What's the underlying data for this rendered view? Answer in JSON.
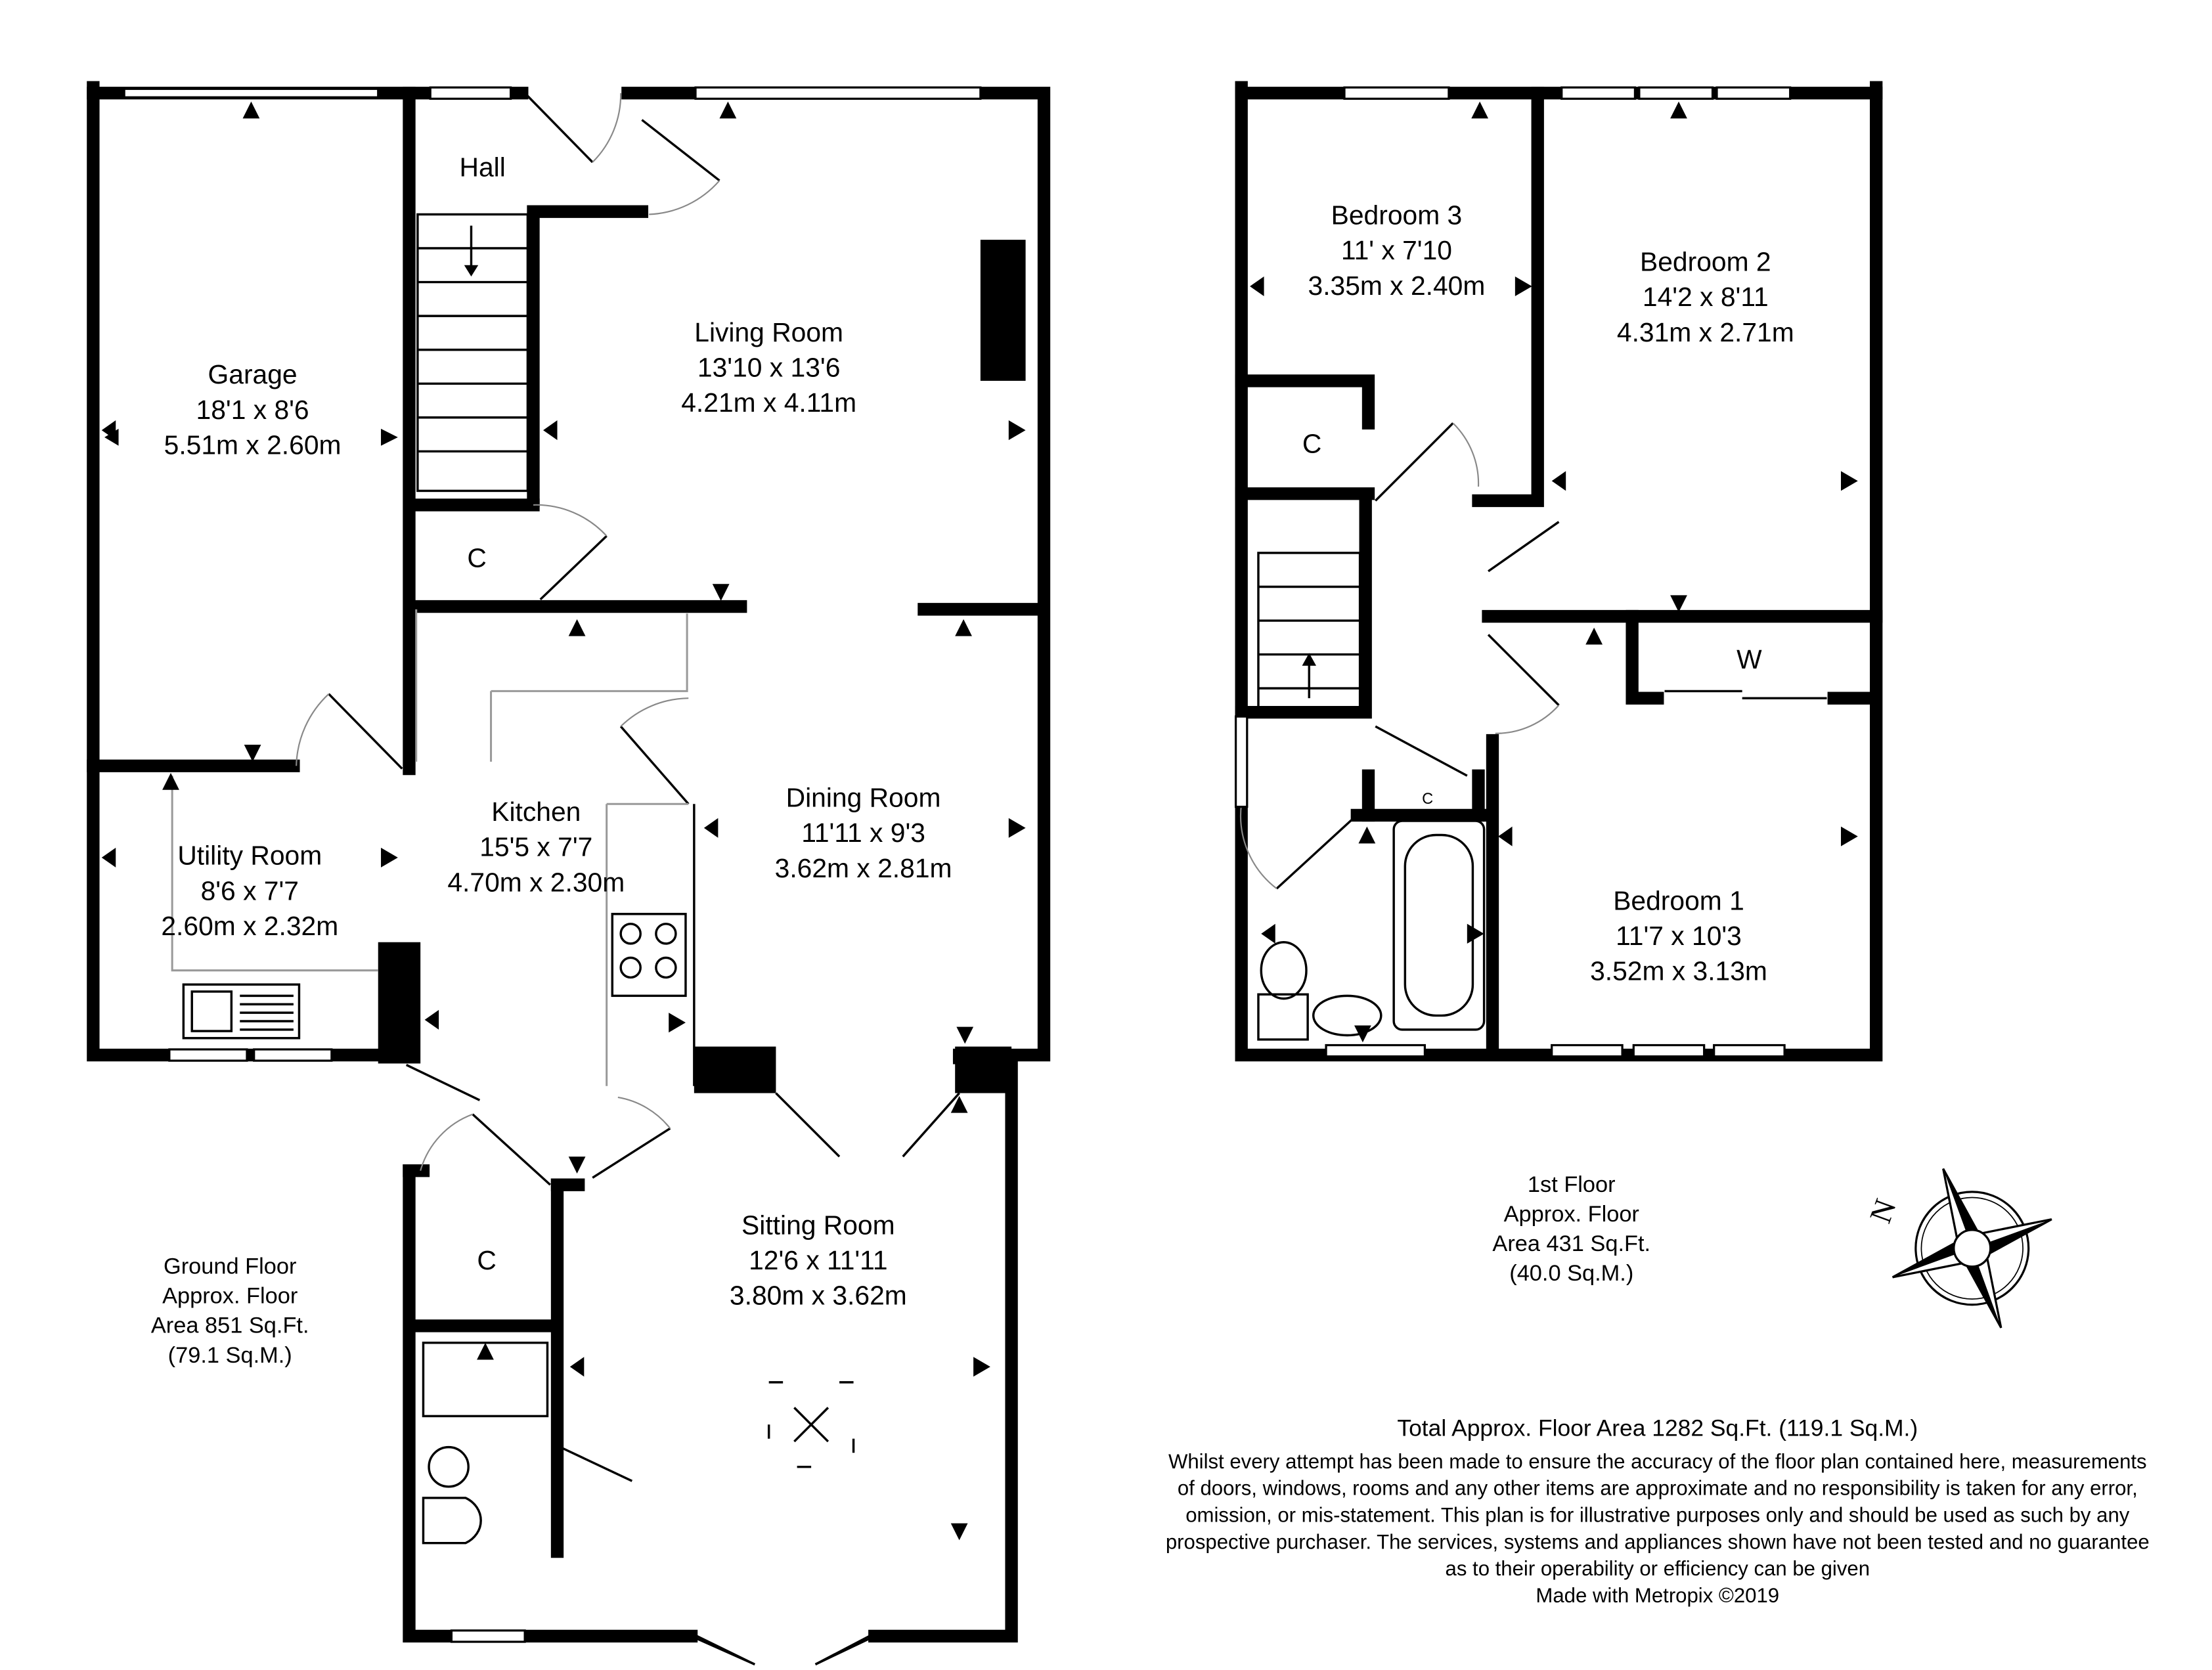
{
  "ground_floor": {
    "rooms": [
      {
        "name": "Hall"
      },
      {
        "name": "Garage",
        "imperial": "18'1 x 8'6",
        "metric": "5.51m x 2.60m"
      },
      {
        "name": "Living Room",
        "imperial": "13'10 x 13'6",
        "metric": "4.21m x 4.11m"
      },
      {
        "name": "C"
      },
      {
        "name": "Kitchen",
        "imperial": "15'5 x 7'7",
        "metric": "4.70m x 2.30m"
      },
      {
        "name": "Dining Room",
        "imperial": "11'11 x 9'3",
        "metric": "3.62m x 2.81m"
      },
      {
        "name": "Utility Room",
        "imperial": "8'6 x 7'7",
        "metric": "2.60m x 2.32m"
      },
      {
        "name": "Sitting Room",
        "imperial": "12'6 x 11'11",
        "metric": "3.80m x 3.62m"
      },
      {
        "name": "C"
      }
    ],
    "area": {
      "line1": "Ground Floor",
      "line2": "Approx. Floor",
      "line3": "Area 851 Sq.Ft.",
      "line4": "(79.1 Sq.M.)"
    }
  },
  "first_floor": {
    "rooms": [
      {
        "name": "Bedroom 3",
        "imperial": "11' x 7'10",
        "metric": "3.35m x 2.40m"
      },
      {
        "name": "Bedroom 2",
        "imperial": "14'2 x 8'11",
        "metric": "4.31m x 2.71m"
      },
      {
        "name": "C"
      },
      {
        "name": "W"
      },
      {
        "name": "C"
      },
      {
        "name": "Bedroom 1",
        "imperial": "11'7 x 10'3",
        "metric": "3.52m x 3.13m"
      }
    ],
    "area": {
      "line1": "1st Floor",
      "line2": "Approx. Floor",
      "line3": "Area 431 Sq.Ft.",
      "line4": "(40.0 Sq.M.)"
    }
  },
  "compass": {
    "icon": "compass-rose-icon",
    "label": "N"
  },
  "footer": {
    "total": "Total Approx. Floor Area 1282 Sq.Ft. (119.1 Sq.M.)",
    "disclaimer": [
      "Whilst every attempt has been made to ensure the accuracy of the floor plan contained here, measurements",
      "of doors, windows, rooms and any other items are approximate and no responsibility is taken for any error,",
      "omission, or mis-statement. This plan is for illustrative purposes only and should be used as such by any",
      "prospective purchaser. The services, systems and appliances shown have not been tested and no guarantee",
      "as to their operability or efficiency can be given"
    ],
    "credit": "Made with Metropix ©2019"
  }
}
